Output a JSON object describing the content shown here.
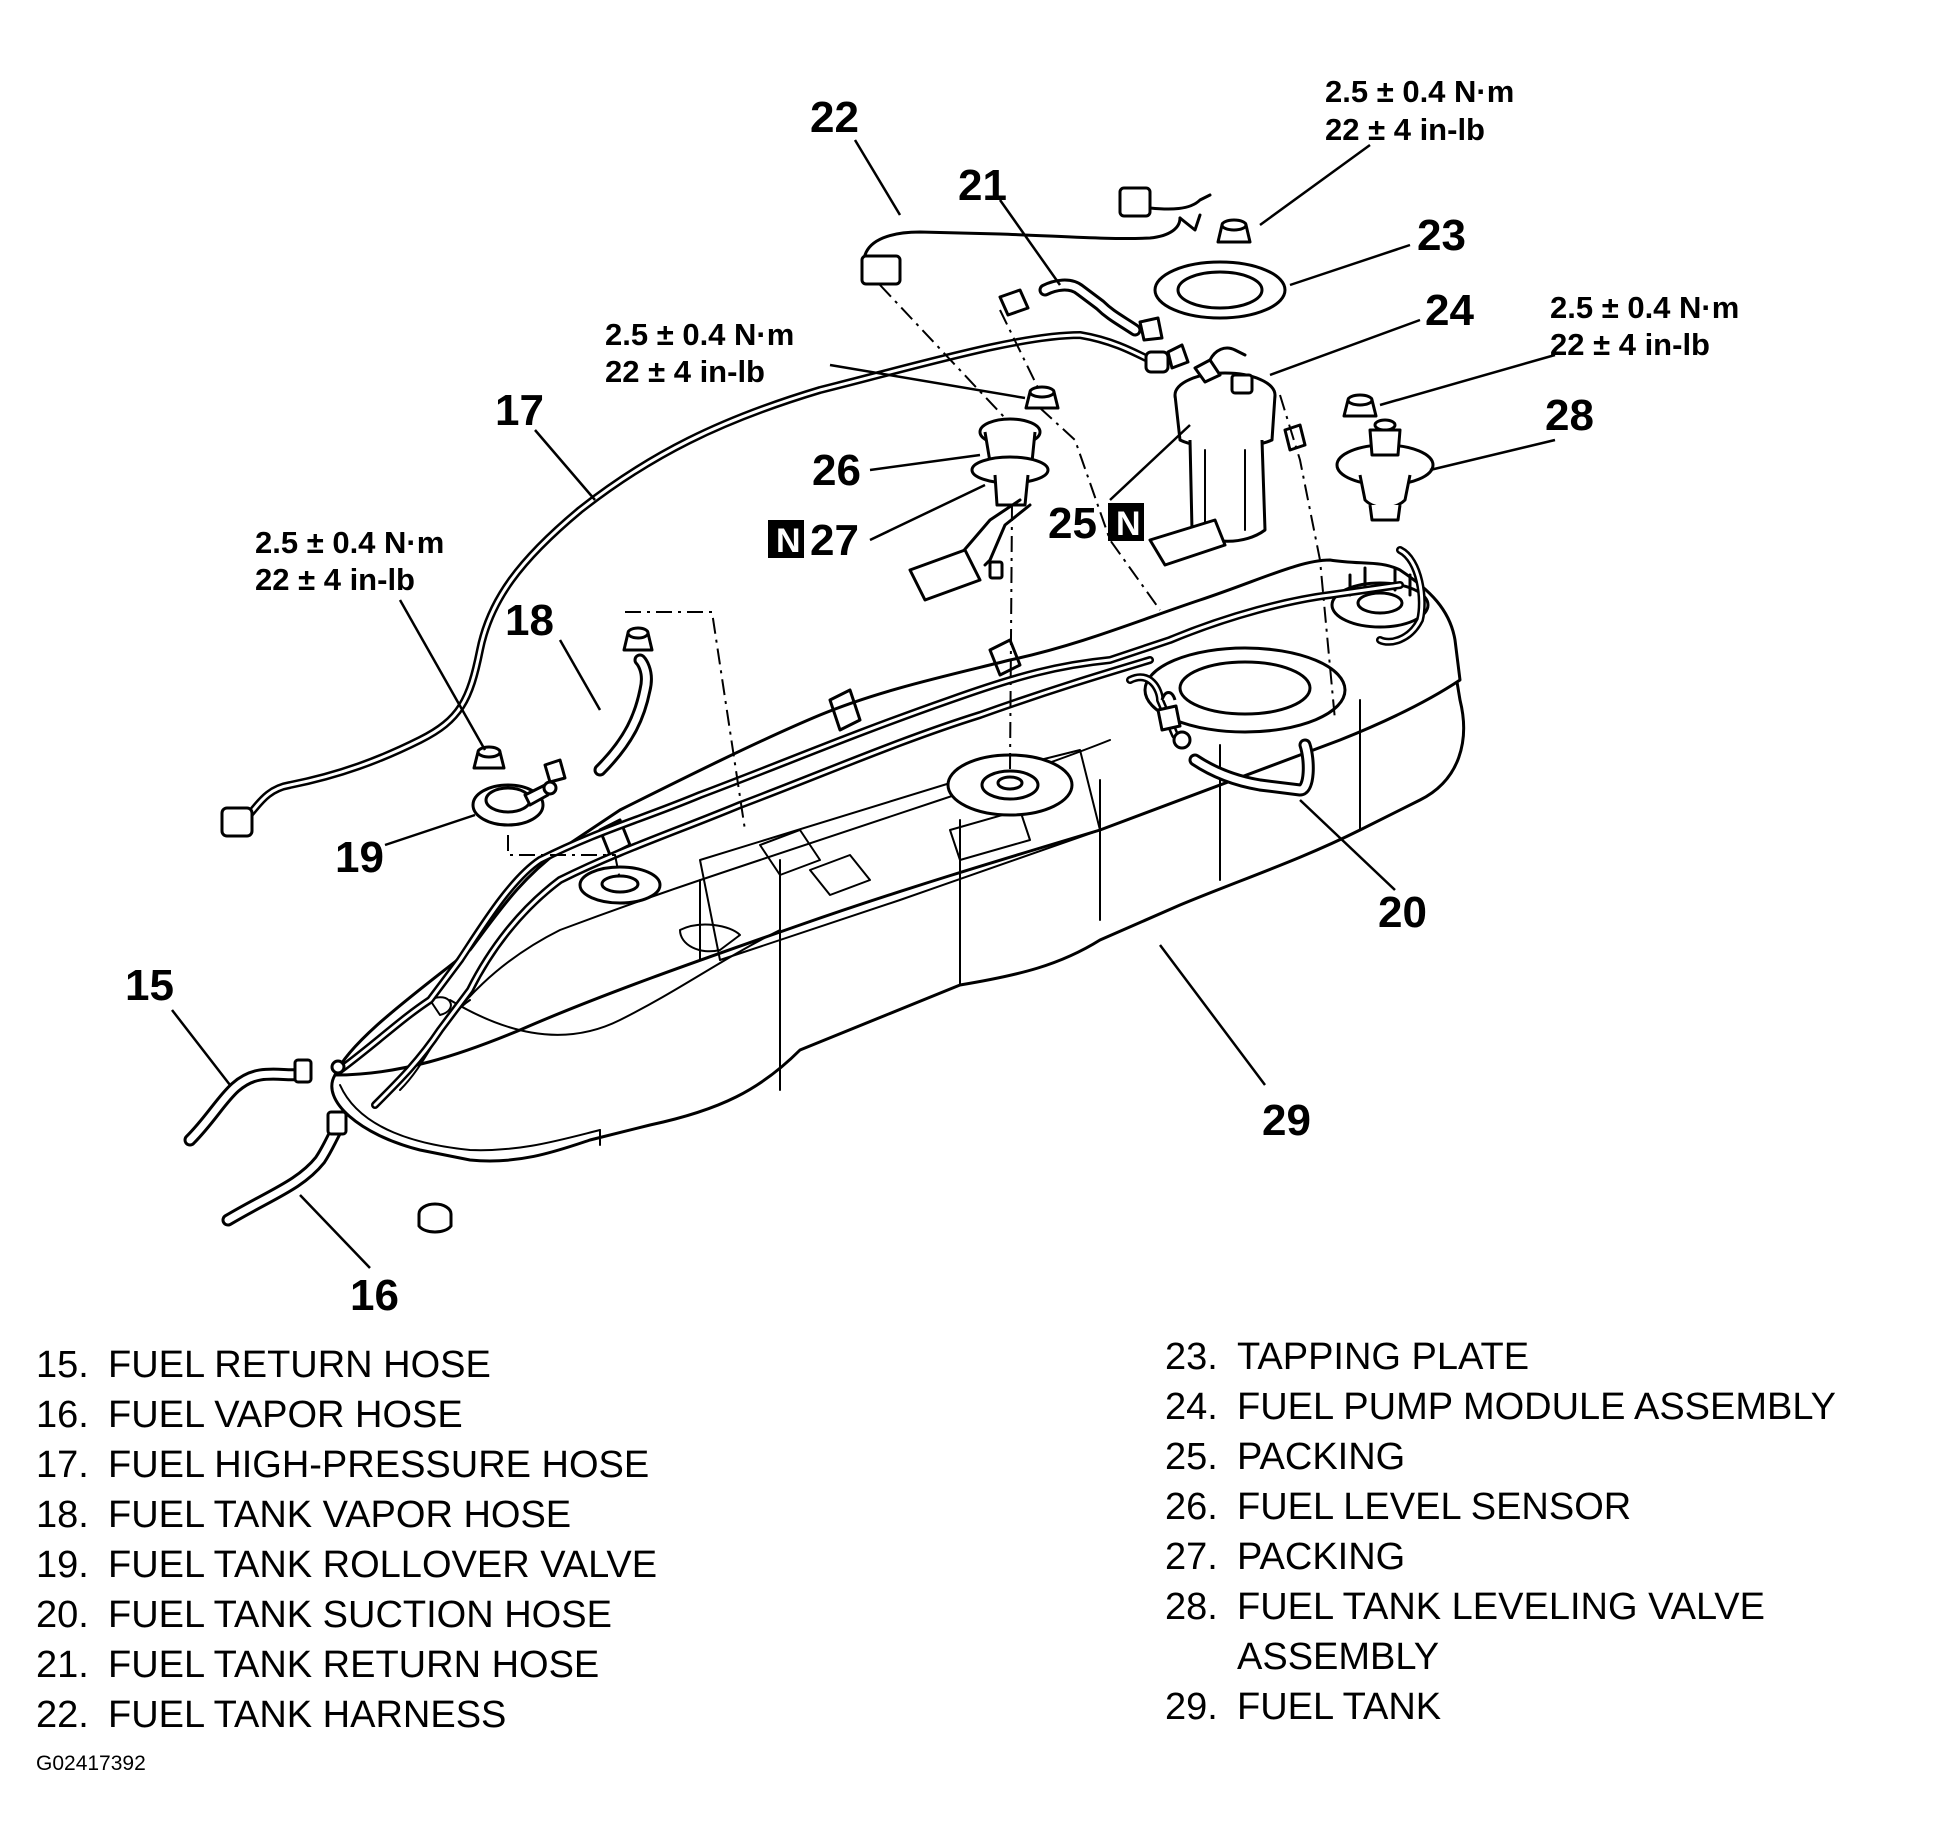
{
  "callouts": {
    "c15": "15",
    "c16": "16",
    "c17": "17",
    "c18": "18",
    "c19": "19",
    "c20": "20",
    "c21": "21",
    "c22": "22",
    "c23": "23",
    "c24": "24",
    "c25": "25",
    "c26": "26",
    "c27": "27",
    "c28": "28",
    "c29": "29"
  },
  "n_marker": "N",
  "torque_specs": [
    {
      "metric": "2.5 ± 0.4 N·m",
      "imperial": "22 ± 4 in-lb"
    },
    {
      "metric": "2.5 ± 0.4 N·m",
      "imperial": "22 ± 4 in-lb"
    },
    {
      "metric": "2.5 ± 0.4 N·m",
      "imperial": "22 ± 4 in-lb"
    },
    {
      "metric": "2.5 ± 0.4 N·m",
      "imperial": "22 ± 4 in-lb"
    }
  ],
  "legend_left": [
    {
      "num": "15.",
      "text": "FUEL RETURN HOSE"
    },
    {
      "num": "16.",
      "text": "FUEL VAPOR HOSE"
    },
    {
      "num": "17.",
      "text": "FUEL HIGH-PRESSURE HOSE"
    },
    {
      "num": "18.",
      "text": "FUEL TANK VAPOR HOSE"
    },
    {
      "num": "19.",
      "text": "FUEL TANK ROLLOVER VALVE"
    },
    {
      "num": "20.",
      "text": "FUEL TANK SUCTION HOSE"
    },
    {
      "num": "21.",
      "text": "FUEL TANK RETURN HOSE"
    },
    {
      "num": "22.",
      "text": "FUEL TANK HARNESS"
    }
  ],
  "legend_right": [
    {
      "num": "23.",
      "text": "TAPPING PLATE"
    },
    {
      "num": "24.",
      "text": "FUEL PUMP MODULE ASSEMBLY"
    },
    {
      "num": "25.",
      "text": "PACKING"
    },
    {
      "num": "26.",
      "text": "FUEL LEVEL SENSOR"
    },
    {
      "num": "27.",
      "text": "PACKING"
    },
    {
      "num": "28.",
      "text": "FUEL TANK LEVELING VALVE",
      "cont": "ASSEMBLY"
    },
    {
      "num": "29.",
      "text": "FUEL TANK"
    }
  ],
  "figure_id": "G02417392"
}
